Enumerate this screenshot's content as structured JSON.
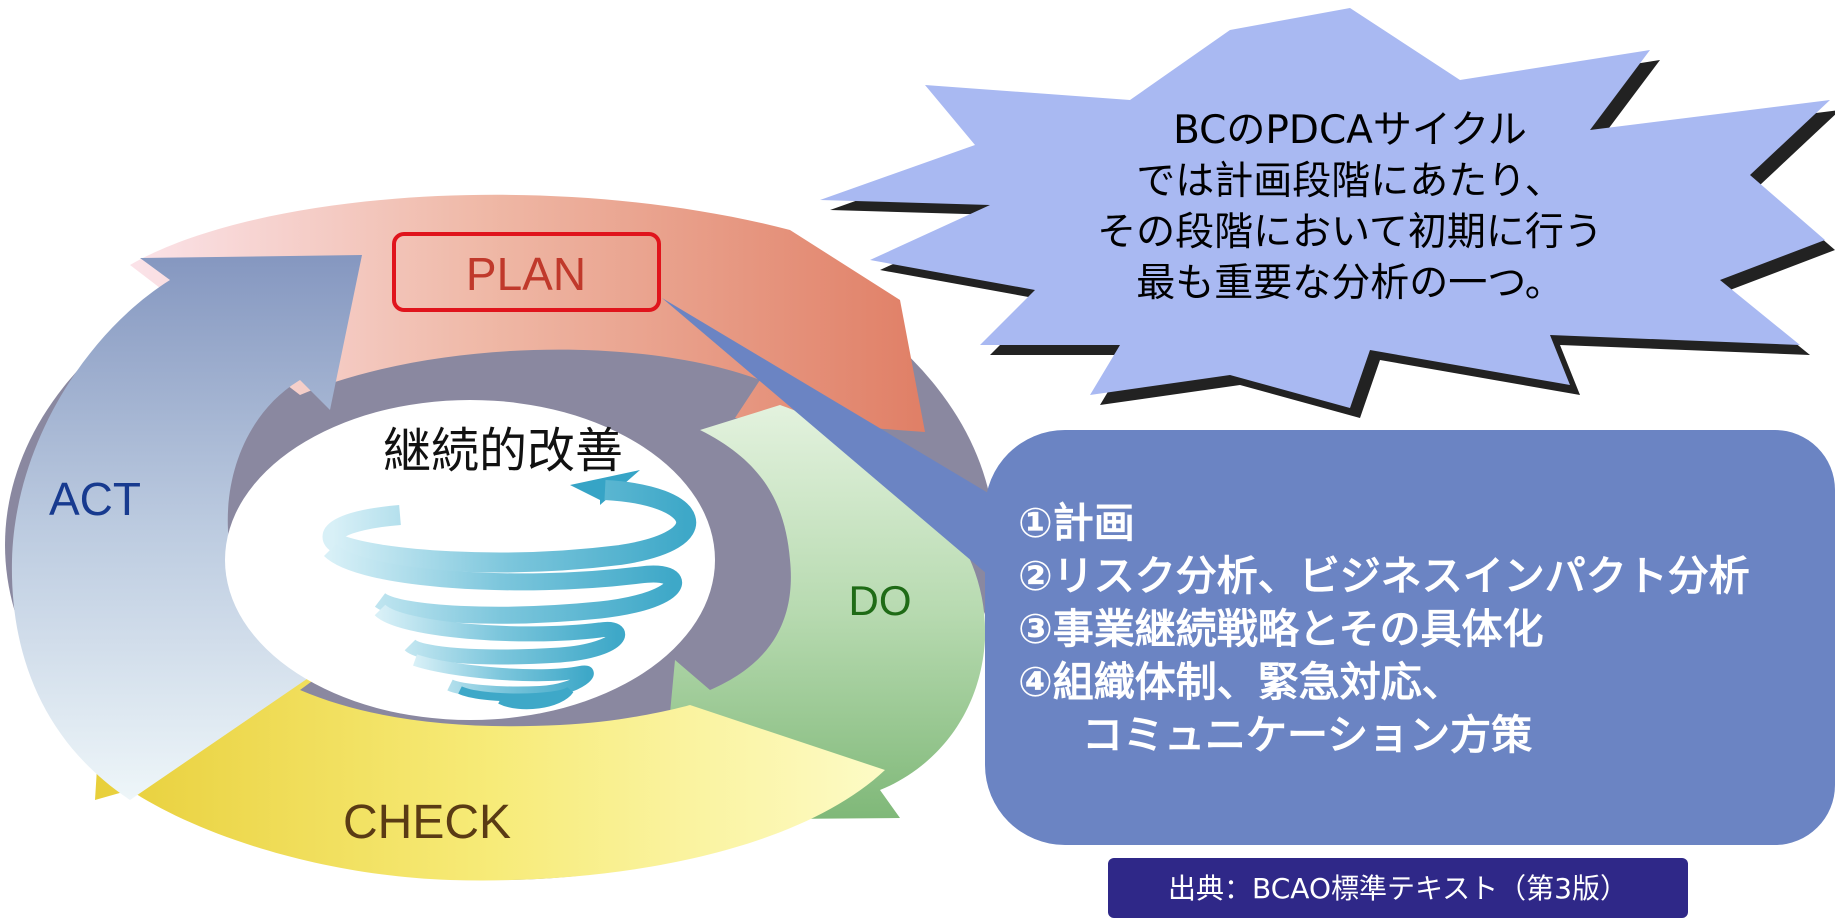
{
  "cycle": {
    "plan": "PLAN",
    "do": "DO",
    "check": "CHECK",
    "act": "ACT",
    "center_label": "継続的改善"
  },
  "callout": {
    "lines": [
      "BCのPDCAサイクル",
      "では計画段階にあたり、",
      "その段階において初期に行う",
      "最も重要な分析の一つ。"
    ]
  },
  "steps": [
    "①計画",
    "②リスク分析、ビジネスインパクト分析",
    "③事業継続戦略とその具体化",
    "④組織体制、緊急対応、",
    "コミュニケーション方策"
  ],
  "source": "出典：BCAO標準テキスト（第3版）",
  "colors": {
    "plan": "#e07f66",
    "do": "#7fb878",
    "check": "#e8cf3a",
    "act": "#8597c0",
    "plan_label": "#c0392b",
    "plan_border": "#e0141c",
    "act_label": "#173a8f",
    "do_label": "#1f6b16",
    "check_label": "#5a3b14",
    "burst": "#a9b9f2",
    "steps_box": "#6b84c3",
    "source_badge": "#2f2888"
  }
}
